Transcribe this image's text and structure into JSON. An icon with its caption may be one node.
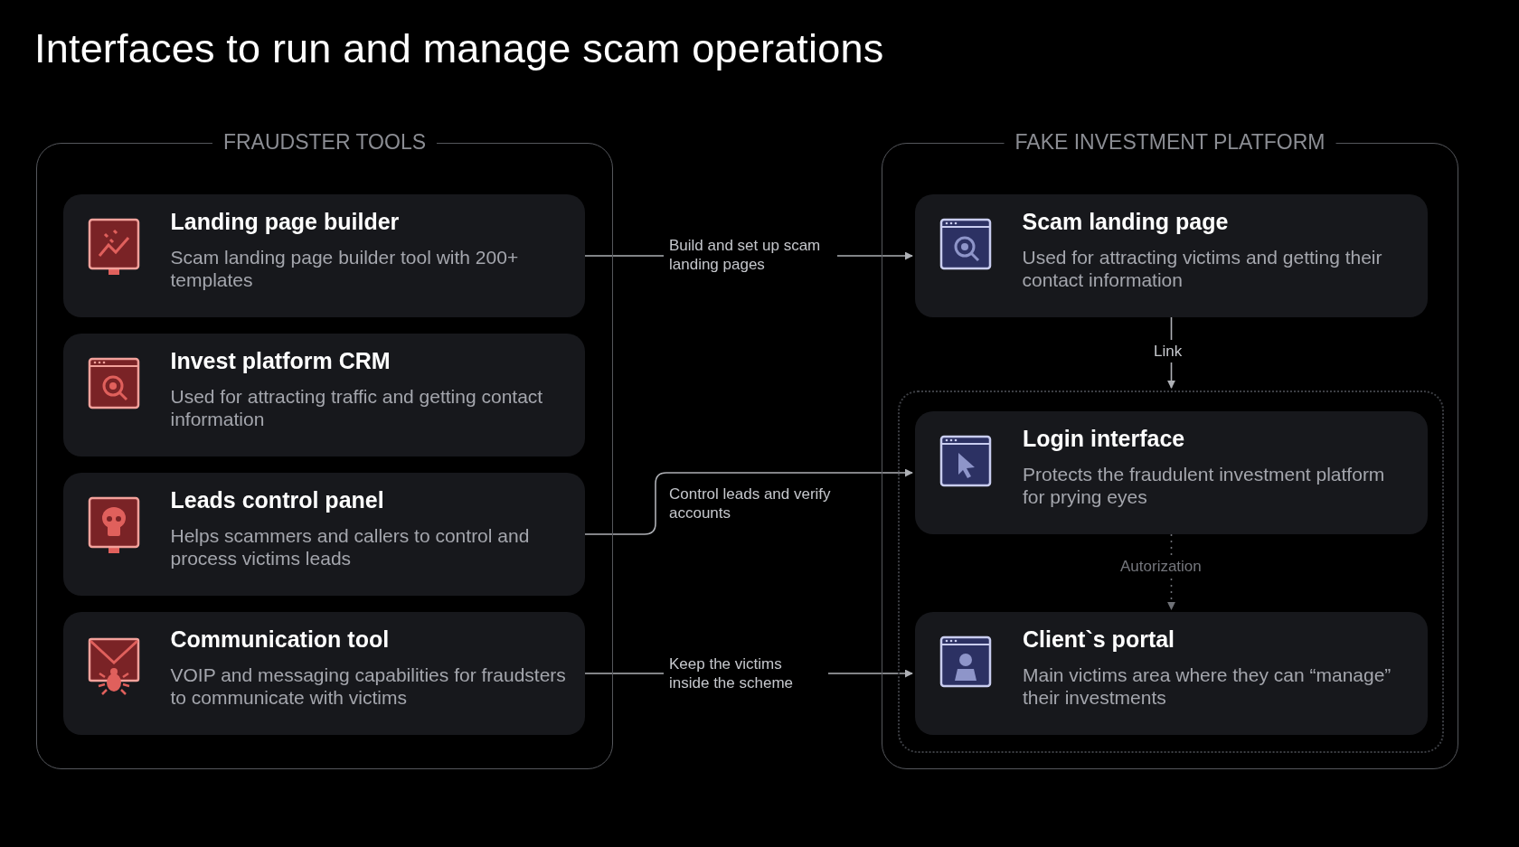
{
  "diagram": {
    "title": "Interfaces to run and manage scam operations",
    "nodes": [
      {
        "text": [
          "FRAUDSTER TOOLS"
        ]
      },
      {
        "text": [
          "Landing page builder",
          "Scam landing page builder tool with 200+ templates"
        ],
        "in": 0
      },
      {
        "text": [
          "Invest platform CRM",
          "Used for attracting traffic and getting contact information"
        ],
        "in": 0
      },
      {
        "text": [
          "Leads control panel",
          "Helps scammers and callers to control and process victims leads"
        ],
        "in": 0
      },
      {
        "text": [
          "Communication tool",
          "VOIP and messaging capabilities for fraudsters to communicate with victims"
        ],
        "in": 0
      },
      {
        "text": [
          "FAKE INVESTMENT PLATFORM"
        ]
      },
      {
        "text": [
          "Scam landing page",
          "Used for attracting victims and getting their contact information"
        ],
        "in": 5
      },
      {
        "text": [],
        "shape": "box",
        "in": 5
      },
      {
        "text": [
          "Login interface",
          "Protects the fraudulent investment platform for prying eyes"
        ],
        "in": 7
      },
      {
        "text": [
          "Client`s portal",
          "Main victims area where they can “manage” their investments"
        ],
        "in": 7
      }
    ],
    "edges": [
      {
        "from": 1,
        "to": 6,
        "arrow": "to",
        "label": "Build and set up scam landing pages"
      },
      {
        "from": 3,
        "to": 8,
        "arrow": "to",
        "label": "Control leads and verify accounts"
      },
      {
        "from": 4,
        "to": 9,
        "arrow": "to",
        "label": "Keep the victims inside the scheme"
      },
      {
        "from": 6,
        "to": 7,
        "arrow": "to",
        "label": "Link"
      },
      {
        "from": 8,
        "to": 9,
        "arrow": "to",
        "label": "Autorization",
        "style": "dashed"
      }
    ]
  }
}
